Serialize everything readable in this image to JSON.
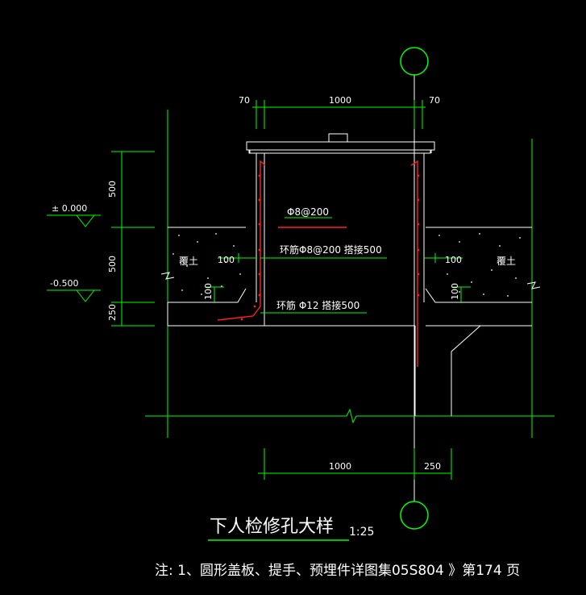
{
  "colors": {
    "background": "#000000",
    "green": "#00ff00",
    "white": "#ffffff",
    "red": "#ff2020"
  },
  "dimensions": {
    "top_left_70": "70",
    "top_1000": "1000",
    "top_right_70": "70",
    "left_500_upper": "500",
    "left_500_lower": "500",
    "left_250": "250",
    "left_100": "100",
    "left_100_vert": "100",
    "right_100": "100",
    "right_100_vert": "100",
    "bottom_1000": "1000",
    "bottom_250": "250"
  },
  "elevations": {
    "ground": "± 0.000",
    "lower": "-0.500"
  },
  "labels": {
    "soil_left": "覆土",
    "soil_right": "覆土",
    "rebar_main": "Φ8@200",
    "ring_rebar_1": "环筋Φ8@200  搭接500",
    "ring_rebar_2": "环筋 Φ12  搭接500"
  },
  "title": {
    "main": "下人检修孔大样",
    "scale": "1:25"
  },
  "note": "注: 1、圆形盖板、提手、预埋件详图集05S804  》第174  页"
}
